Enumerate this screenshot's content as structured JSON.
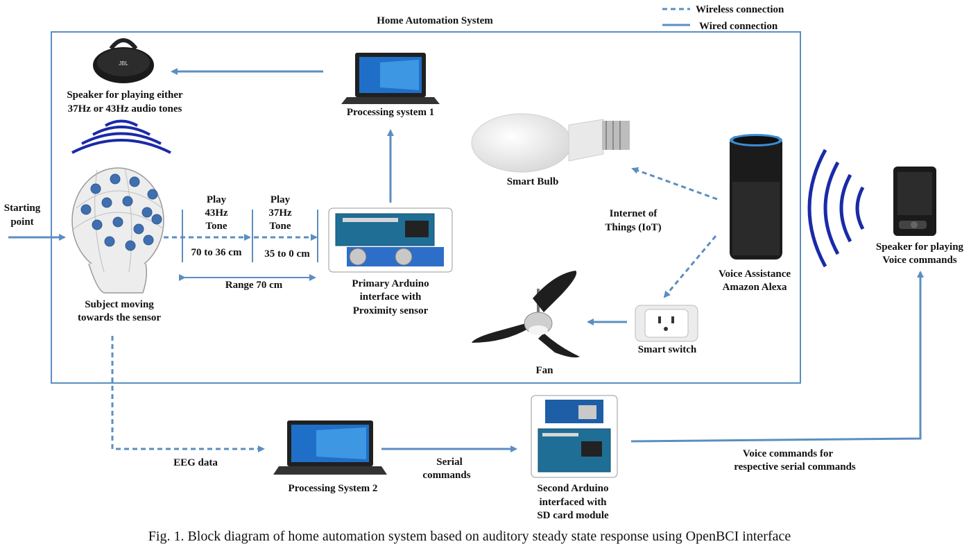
{
  "colors": {
    "line": "#5b8ec2",
    "box": "#5b8ec2",
    "wave": "#1a2aa8",
    "text": "#111111"
  },
  "legend": {
    "wireless": "Wireless connection",
    "wired": "Wired connection"
  },
  "system_title": "Home Automation System",
  "nodes": {
    "speaker_top": {
      "icon": "speaker-icon",
      "lines": [
        "Speaker for playing either",
        "37Hz or 43Hz audio tones"
      ]
    },
    "processing1": {
      "icon": "laptop-icon",
      "lines": [
        "Processing system 1"
      ]
    },
    "bulb": {
      "icon": "light-bulb-icon",
      "lines": [
        "Smart Bulb"
      ]
    },
    "alexa": {
      "icon": "smart-speaker-icon",
      "lines": [
        "Voice Assistance",
        "Amazon Alexa"
      ]
    },
    "speaker_right": {
      "icon": "speaker-icon",
      "lines": [
        "Speaker for playing",
        "Voice commands"
      ]
    },
    "subject": {
      "icon": "eeg-head-icon",
      "lines": [
        "Subject moving",
        "towards the sensor"
      ]
    },
    "arduino1": {
      "icon": "arduino-icon",
      "lines": [
        "Primary Arduino",
        "interface with",
        "Proximity sensor"
      ]
    },
    "fan": {
      "icon": "ceiling-fan-icon",
      "lines": [
        "Fan"
      ]
    },
    "switch": {
      "icon": "smart-switch-icon",
      "lines": [
        "Smart switch"
      ]
    },
    "processing2": {
      "icon": "laptop-icon",
      "lines": [
        "Processing System 2"
      ]
    },
    "arduino2": {
      "icon": "arduino-icon",
      "lines": [
        "Second Arduino",
        "interfaced with",
        "SD card module"
      ]
    }
  },
  "labels": {
    "start": [
      "Starting",
      "point"
    ],
    "play43": [
      "Play",
      "43Hz",
      "Tone"
    ],
    "play37": [
      "Play",
      "37Hz",
      "Tone"
    ],
    "range1": "70 to 36 cm",
    "range2": "35 to 0 cm",
    "range_total": "Range 70 cm",
    "iot": [
      "Internet of",
      "Things (IoT)"
    ],
    "eeg": "EEG data",
    "serial": [
      "Serial",
      "commands"
    ],
    "voice_cmd": [
      "Voice commands for",
      "respective serial commands"
    ]
  },
  "caption": "Fig. 1. Block diagram of home automation system based on auditory steady state response using OpenBCI interface"
}
